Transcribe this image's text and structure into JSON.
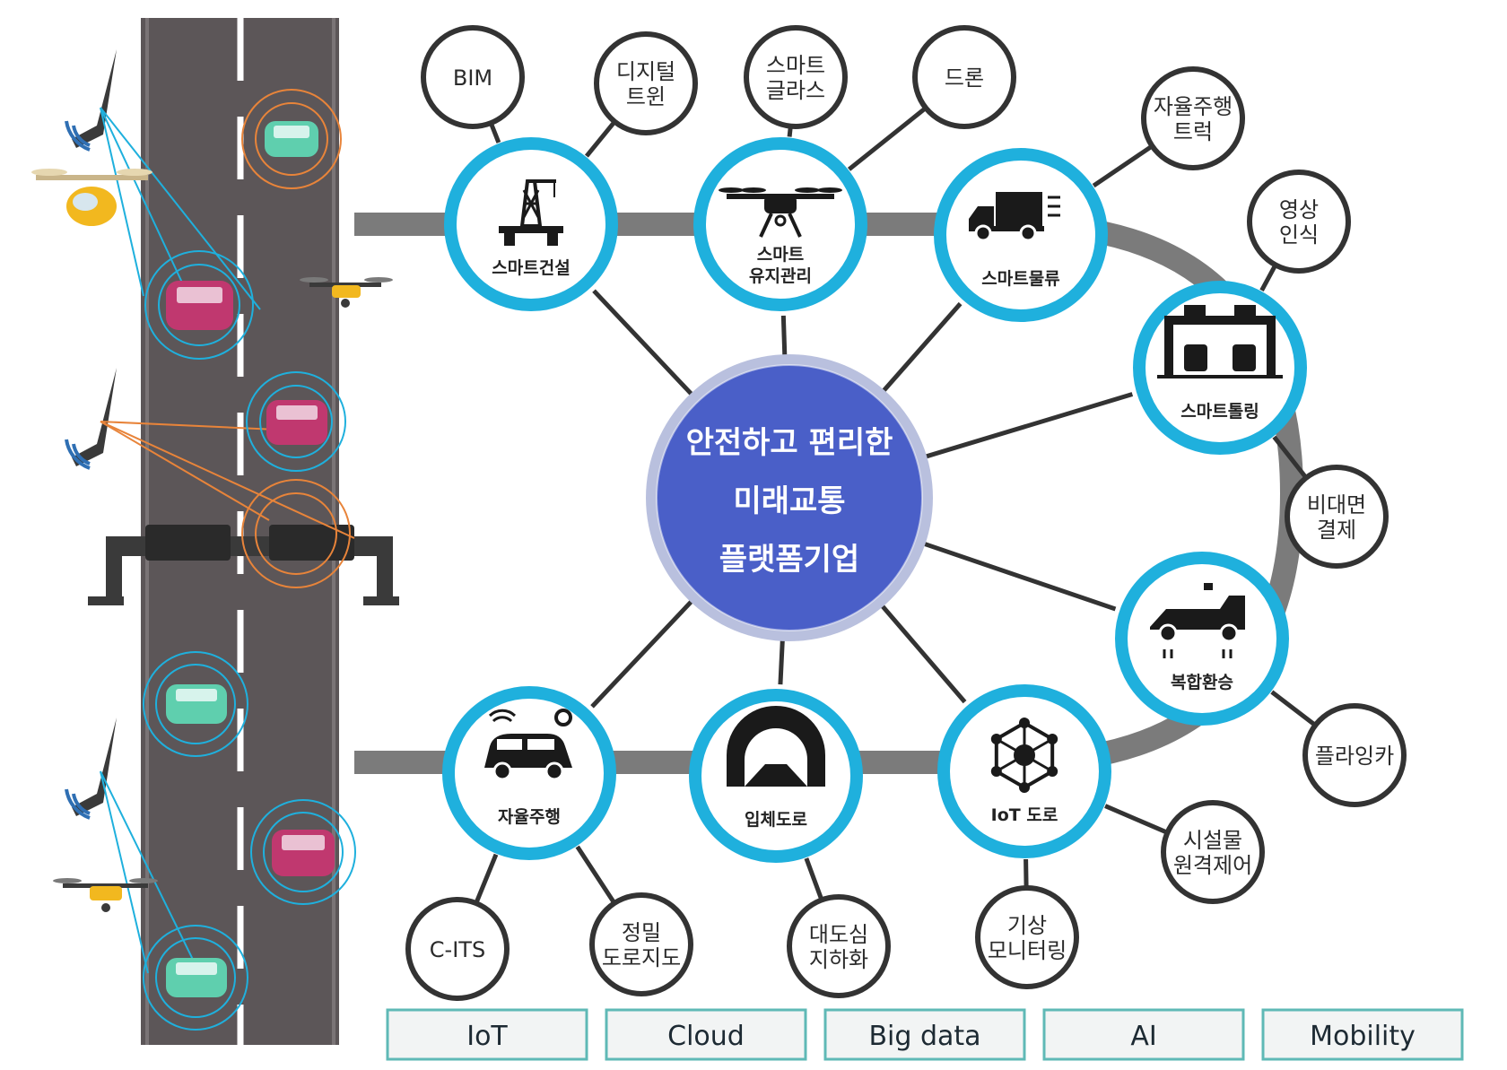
{
  "center": {
    "lines": [
      "안전하고 편리한",
      "미래교통",
      "플랫폼기업"
    ]
  },
  "hubs": [
    {
      "id": "construction",
      "label": "스마트건설",
      "icon": "construction-crane-icon"
    },
    {
      "id": "maintenance",
      "label": "스마트\n유지관리",
      "icon": "drone-icon"
    },
    {
      "id": "logistics",
      "label": "스마트물류",
      "icon": "truck-icon"
    },
    {
      "id": "tolling",
      "label": "스마트톨링",
      "icon": "toll-gate-icon"
    },
    {
      "id": "transfer",
      "label": "복합환승",
      "icon": "vehicle-transfer-icon"
    },
    {
      "id": "iot-road",
      "label": "IoT 도로",
      "icon": "iot-network-icon"
    },
    {
      "id": "3d-road",
      "label": "입체도로",
      "icon": "tunnel-icon"
    },
    {
      "id": "autonomous",
      "label": "자율주행",
      "icon": "autonomous-car-icon"
    }
  ],
  "leaves": [
    {
      "label": "BIM",
      "hub": "construction"
    },
    {
      "label": "디지털\n트윈",
      "hub": "construction"
    },
    {
      "label": "스마트\n글라스",
      "hub": "maintenance"
    },
    {
      "label": "드론",
      "hub": "maintenance"
    },
    {
      "label": "자율주행\n트럭",
      "hub": "logistics"
    },
    {
      "label": "영상\n인식",
      "hub": "tolling"
    },
    {
      "label": "비대면\n결제",
      "hub": "tolling"
    },
    {
      "label": "플라잉카",
      "hub": "transfer"
    },
    {
      "label": "시설물\n원격제어",
      "hub": "iot-road"
    },
    {
      "label": "기상\n모니터링",
      "hub": "iot-road"
    },
    {
      "label": "대도심\n지하화",
      "hub": "3d-road"
    },
    {
      "label": "정밀\n도로지도",
      "hub": "autonomous"
    },
    {
      "label": "C-ITS",
      "hub": "autonomous"
    }
  ],
  "technologies": [
    "IoT",
    "Cloud",
    "Big data",
    "AI",
    "Mobility"
  ],
  "colors": {
    "hub_ring": "#1fb0dd",
    "center_fill": "#4a5fc8",
    "road": "#5c5658",
    "tech_border": "#5fb9b6",
    "leaf_border": "#333333",
    "car_pink": "#c0386f",
    "car_mint": "#5fcfae",
    "drone_yellow": "#f2b81f"
  }
}
